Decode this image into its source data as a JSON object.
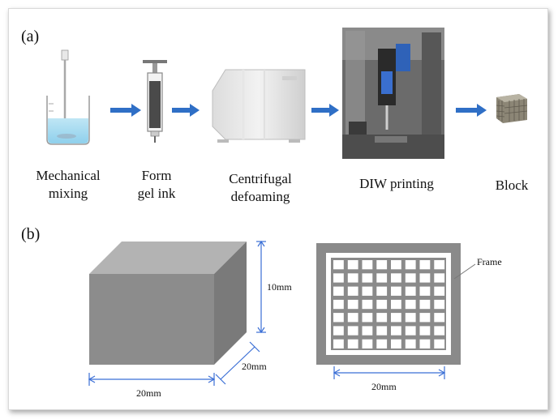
{
  "panel_a": {
    "label": "(a)",
    "steps": [
      {
        "line1": "Mechanical",
        "line2": "mixing"
      },
      {
        "line1": "Form",
        "line2": "gel ink"
      },
      {
        "line1": "Centrifugal",
        "line2": "defoaming"
      },
      {
        "line1": "DIW printing",
        "line2": ""
      },
      {
        "line1": "Block",
        "line2": ""
      }
    ]
  },
  "panel_b": {
    "label": "(b)",
    "dim_height": "10mm",
    "dim_depth": "20mm",
    "dim_width": "20mm",
    "frame_label": "Frame",
    "grid_width": "20mm"
  },
  "colors": {
    "arrow": "#2f6fc6",
    "block_front": "#8c8c8c",
    "block_top": "#b3b3b3",
    "block_side": "#7a7a7a",
    "grid": "#8a8a8a",
    "dim_line": "#3b6fd6"
  }
}
